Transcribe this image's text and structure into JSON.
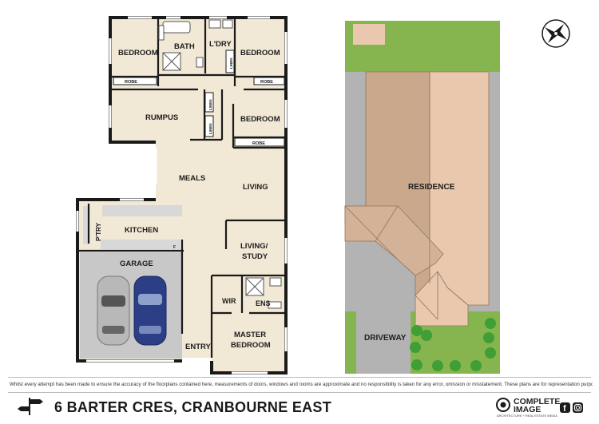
{
  "rooms": {
    "bedroom2": "BEDROOM",
    "bath": "BATH",
    "ldry": "L'DRY",
    "bedroom3": "BEDROOM",
    "robe1": "ROBE",
    "robe2": "ROBE",
    "rumpus": "RUMPUS",
    "linen1": "LINEN",
    "linen2": "LINEN",
    "linen3": "LINEN",
    "bedroom4": "BEDROOM",
    "robe3": "ROBE",
    "meals": "MEALS",
    "living": "LIVING",
    "pantry": "P'TRY",
    "kitchen": "KITCHEN",
    "fridge": "F",
    "living_study_line1": "LIVING/",
    "living_study_line2": "STUDY",
    "garage": "GARAGE",
    "wir": "WIR",
    "ens": "ENS",
    "master_line1": "MASTER",
    "master_line2": "BEDROOM",
    "entry": "ENTRY"
  },
  "site": {
    "residence": "RESIDENCE",
    "driveway": "DRIVEWAY"
  },
  "colors": {
    "floor": "#f1e8d5",
    "garage": "#c8c8c8",
    "wall": "#1a1a1a",
    "grass": "#86b54f",
    "roof_dark": "#c9a88c",
    "roof_light": "#e9c8ad",
    "paving": "#b3b3b3",
    "shrub": "#3f9e35"
  },
  "footer": {
    "disclaimer": "Whilst every attempt has been made to ensure the accuracy of the floorplans contained here, measurements of doors, windows and rooms are approximate and no responsibility is taken for any error, omission or misstatement. These plans are for representation purposes only.",
    "address": "6 BARTER CRES, CRANBOURNE EAST",
    "brand_line1": "COMPLETE",
    "brand_line2": "IMAGE",
    "brand_tagline": "ARCHITECTURE + REAL ESTATE MEDIA"
  },
  "icons": [
    "compass-icon",
    "signpost-icon",
    "complete-image-logo",
    "facebook-icon",
    "instagram-icon"
  ]
}
